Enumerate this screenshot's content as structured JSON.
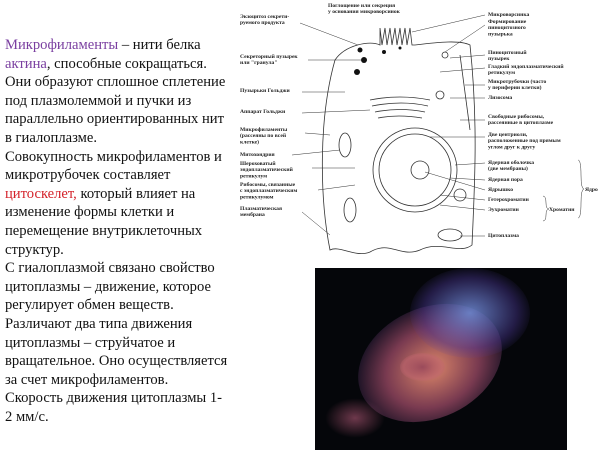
{
  "text": {
    "p1_term": "Микрофиламенты",
    "p1_a": " – нити белка ",
    "p1_term2": "актина",
    "p1_b": ", способные сокращаться. Они образуют сплошное сплетение под плазмолеммой и пучки из параллельно ориентированных нит в гиалоплазме.",
    "p2_a": "Совокупность микрофиламентов и микротрубочек составляет ",
    "p2_term": "цитоскелет,",
    "p2_b": " который влияет на изменение формы клетки и перемещение внутриклеточных структур.",
    "p3": "С гиалоплазмой связано свойство цитоплазмы – движение, которое регулирует обмен веществ.",
    "p4": "Различают два типа движения цитоплазмы – струйчатое и вращательное. Оно осуществляется за счет микрофиламентов. Скорость движения цитоплазмы 1-2 мм/с."
  },
  "colors": {
    "term": "#7a3fa0",
    "highlight": "#d4222a"
  },
  "diagram": {
    "top": [
      "Поглощение или секреция",
      "у основания микроворсинок"
    ],
    "left": [
      [
        "Экзоцитоз секрети-",
        "руемого продукта"
      ],
      [
        "Секреторный пузырек",
        "или \"гранула\""
      ],
      [
        "Пузырьки Гольджи"
      ],
      [
        "Аппарат Гольджи"
      ],
      [
        "Микрофиламенты",
        "(рассеяны по всей",
        "клетке)"
      ],
      [
        "Митохондрия"
      ],
      [
        "Шероховатый",
        "эндоплазматический",
        "ретикулум"
      ],
      [
        "Рибосомы, связанные",
        "с эндоплазматическим",
        "ретикулумом"
      ],
      [
        "Плазматическая",
        "мембрана"
      ]
    ],
    "right": [
      [
        "Микроворсинка"
      ],
      [
        "Формирование",
        "пиноцитозного",
        "пузырька"
      ],
      [
        "Пиноцитозный",
        "пузырек"
      ],
      [
        "Гладкий эндоплазматический",
        "ретикулум"
      ],
      [
        "Микротрубочки (часто",
        "у периферии клетки)"
      ],
      [
        "Лизосома"
      ],
      [
        "Свободные рибосомы,",
        "рассеянные в цитоплазме"
      ],
      [
        "Две центриоли,",
        "расположенные под прямым",
        "углом друг к другу"
      ],
      [
        "Ядерная оболочка",
        "(две мембраны)"
      ],
      [
        "Ядерная пора"
      ],
      [
        "Ядрышко"
      ],
      [
        "Гетерохроматин"
      ],
      [
        "Эухроматин"
      ],
      [
        "Цитоплазма"
      ]
    ],
    "chromatin": "Хроматин",
    "nucleus": "Ядро"
  }
}
